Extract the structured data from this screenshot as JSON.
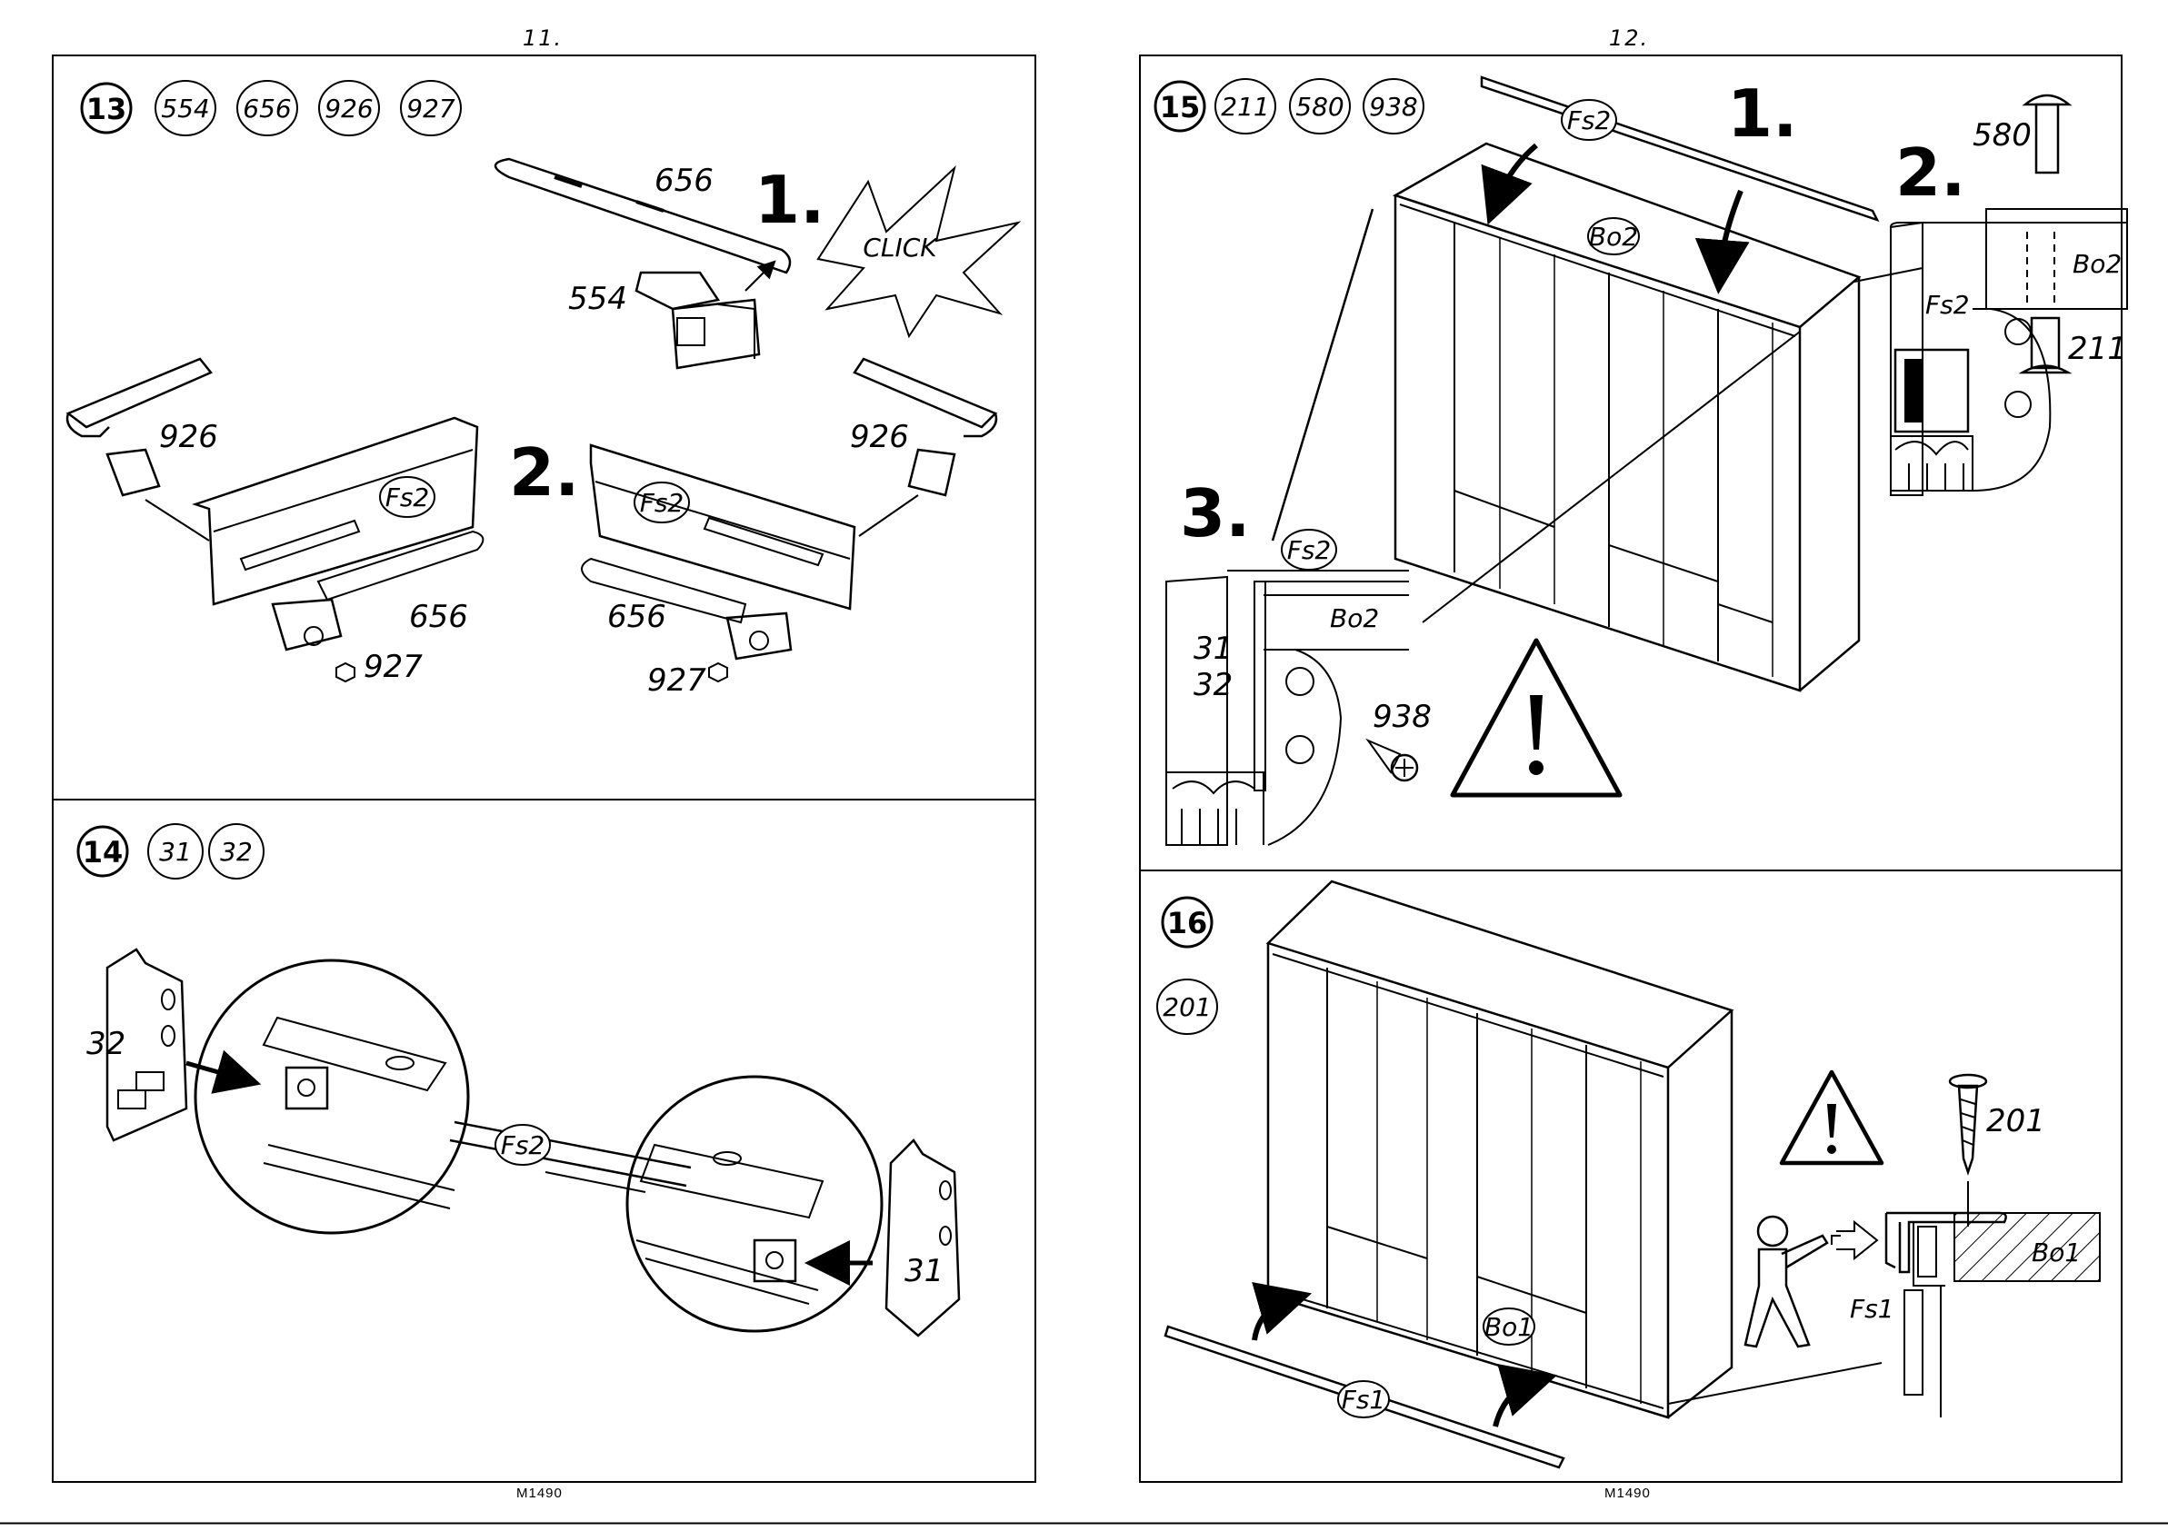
{
  "pages": {
    "left_number": "11.",
    "right_number": "12.",
    "left_footer": "M1490",
    "right_footer": "M1490"
  },
  "steps": {
    "s13": {
      "number": "13",
      "parts": [
        "554",
        "656",
        "926",
        "927"
      ],
      "callouts": {
        "sub1": "1.",
        "sub2": "2.",
        "click": "CLICK",
        "rail_top": "656",
        "clip": "554",
        "key_left": "926",
        "key_right": "926",
        "rail_left": "656",
        "rail_right": "656",
        "nut_left": "927",
        "nut_right": "927",
        "profile_left": "Fs2",
        "profile_right": "Fs2"
      }
    },
    "s14": {
      "number": "14",
      "parts": [
        "31",
        "32"
      ],
      "callouts": {
        "bracket_left": "32",
        "bracket_right": "31",
        "profile": "Fs2"
      }
    },
    "s15": {
      "number": "15",
      "parts": [
        "211",
        "580",
        "938"
      ],
      "callouts": {
        "sub1": "1.",
        "sub2": "2.",
        "sub3": "3.",
        "profile_top": "Fs2",
        "board_top": "Bo2",
        "pin": "580",
        "screw": "211",
        "detail_board": "Bo2",
        "detail_profile": "Fs2",
        "detail3_profile": "Fs2",
        "detail3_board": "Bo2",
        "detail3_b31": "31",
        "detail3_b32": "32",
        "detail3_screw": "938"
      }
    },
    "s16": {
      "number": "16",
      "parts": [
        "201"
      ],
      "callouts": {
        "screw": "201",
        "board_bottom": "Bo1",
        "profile_bottom": "Fs1",
        "detail_board": "Bo1",
        "detail_profile": "Fs1"
      }
    }
  },
  "icons": [
    "warning-triangle-icon",
    "arrow-icon",
    "person-icon"
  ]
}
